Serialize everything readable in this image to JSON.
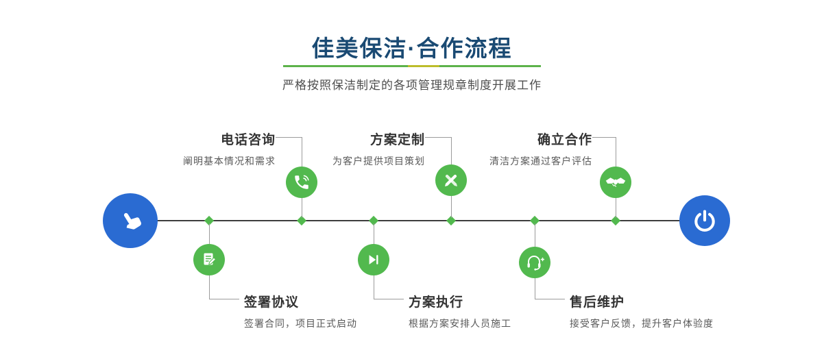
{
  "header": {
    "title": "佳美保洁·合作流程",
    "subtitle": "严格按照保洁制定的各项管理规章制度开展工作"
  },
  "flow": {
    "start_icon": "pointing-hand",
    "end_icon": "power",
    "steps_top": [
      {
        "label": "电话咨询",
        "desc": "阐明基本情况和需求",
        "icon": "phone"
      },
      {
        "label": "方案定制",
        "desc": "为客户提供项目策划",
        "icon": "design-tools"
      },
      {
        "label": "确立合作",
        "desc": "清洁方案通过客户评估",
        "icon": "handshake"
      }
    ],
    "steps_bottom": [
      {
        "label": "签署协议",
        "desc": "签署合同，项目正式启动",
        "icon": "contract"
      },
      {
        "label": "方案执行",
        "desc": "根据方案安排人员施工",
        "icon": "play-forward"
      },
      {
        "label": "售后维护",
        "desc": "接受客户反馈，提升客户体验度",
        "icon": "headset-support"
      }
    ]
  },
  "colors": {
    "accent_green": "#52b94e",
    "accent_yellow": "#bcbd2a",
    "accent_blue": "#2a6bd2",
    "title_blue": "#1a4a73",
    "line_dark": "#3d3d3d",
    "connector_gray": "#9b9b9b"
  }
}
